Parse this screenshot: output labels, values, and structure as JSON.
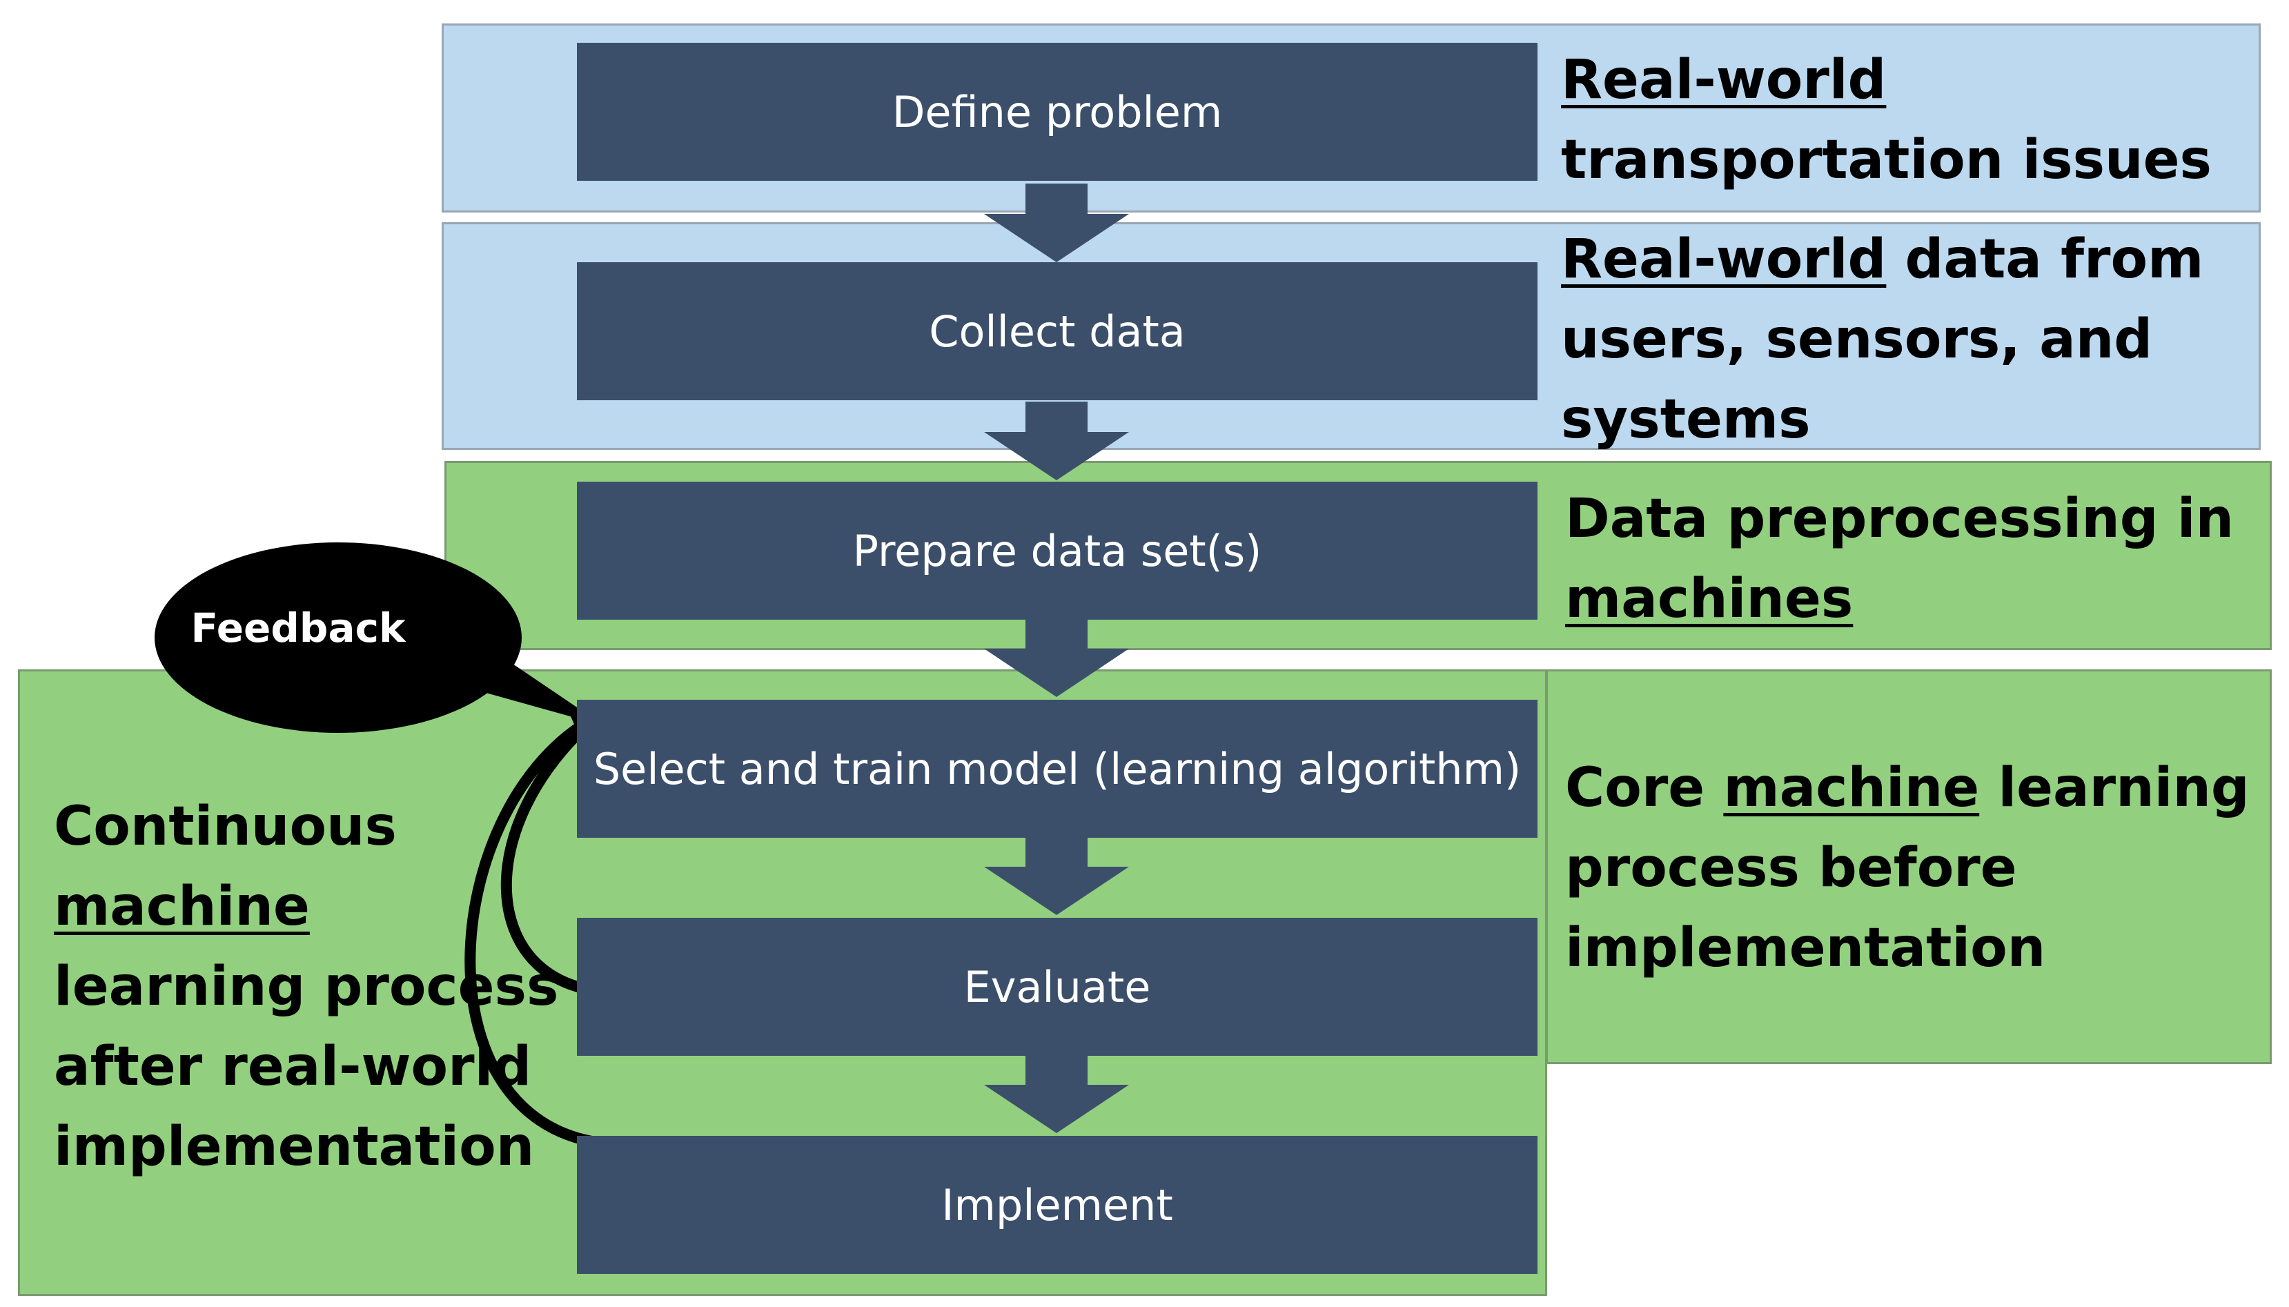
{
  "steps": [
    "Define problem",
    "Collect data",
    "Prepare data set(s)",
    "Select and train model (learning algorithm)",
    "Evaluate",
    "Implement"
  ],
  "descriptions": {
    "d1": {
      "u": "Real-world",
      "line2": "transportation issues"
    },
    "d2": {
      "u": "Real-world",
      "rest": " data from",
      "line2": "users, sensors, and",
      "line3": "systems"
    },
    "d3": {
      "line1": "Data preprocessing in",
      "u": "machines"
    },
    "d4": {
      "pre": "Core ",
      "u": "machine",
      "post": " learning",
      "line2": "process before",
      "line3": "implementation"
    },
    "left": {
      "line1": "Continuous",
      "u": "machine",
      "line3": "learning process",
      "line4": "after real-world",
      "line5": "implementation"
    }
  },
  "feedback": "Feedback",
  "colors": {
    "blue_band": "#bcd9f0",
    "green_band": "#92d07f",
    "step_box": "#3b4f6b",
    "arrow": "#3b4f6b"
  }
}
